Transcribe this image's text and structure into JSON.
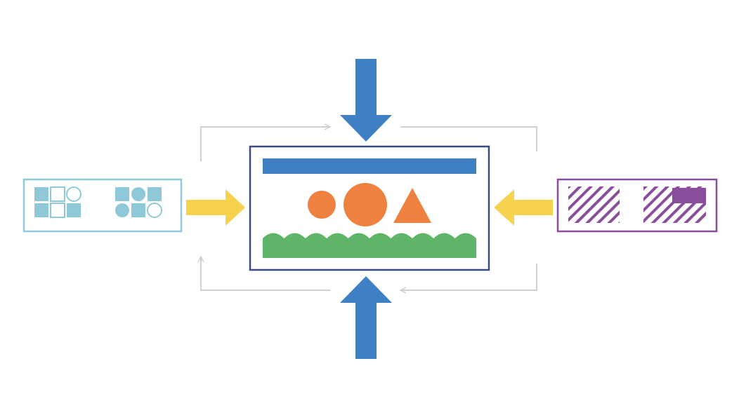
{
  "colors": {
    "background": "#ffffff",
    "center_frame": "#3b4a86",
    "center_banner": "#3f80c5",
    "orange_shapes": "#ee8140",
    "green_waves": "#5fb567",
    "left_panel": "#8fc9d9",
    "right_panel": "#8a4d9b",
    "yellow_arrows": "#f6d24e",
    "blue_arrows": "#3f80c5",
    "feedback_lines": "#d0d0d0"
  },
  "icons": {
    "top_input": "arrow-down-icon",
    "bottom_input": "arrow-up-icon",
    "left_input": "arrow-right-icon",
    "right_input": "arrow-left-icon",
    "left_panel": "shape-grid-icon",
    "right_panel": "hatched-pattern-icon",
    "center": "composed-image-icon"
  },
  "left_panel": {
    "groups": [
      [
        "square-filled",
        "square-outline",
        "circle-outline",
        "square-filled",
        "square-outline",
        "square-filled"
      ],
      [
        "square-filled",
        "circle-filled",
        "square-filled",
        "circle-filled",
        "square-filled",
        "circle-outline"
      ]
    ]
  },
  "center": {
    "shapes": [
      "circle-small",
      "circle-large",
      "triangle"
    ]
  }
}
